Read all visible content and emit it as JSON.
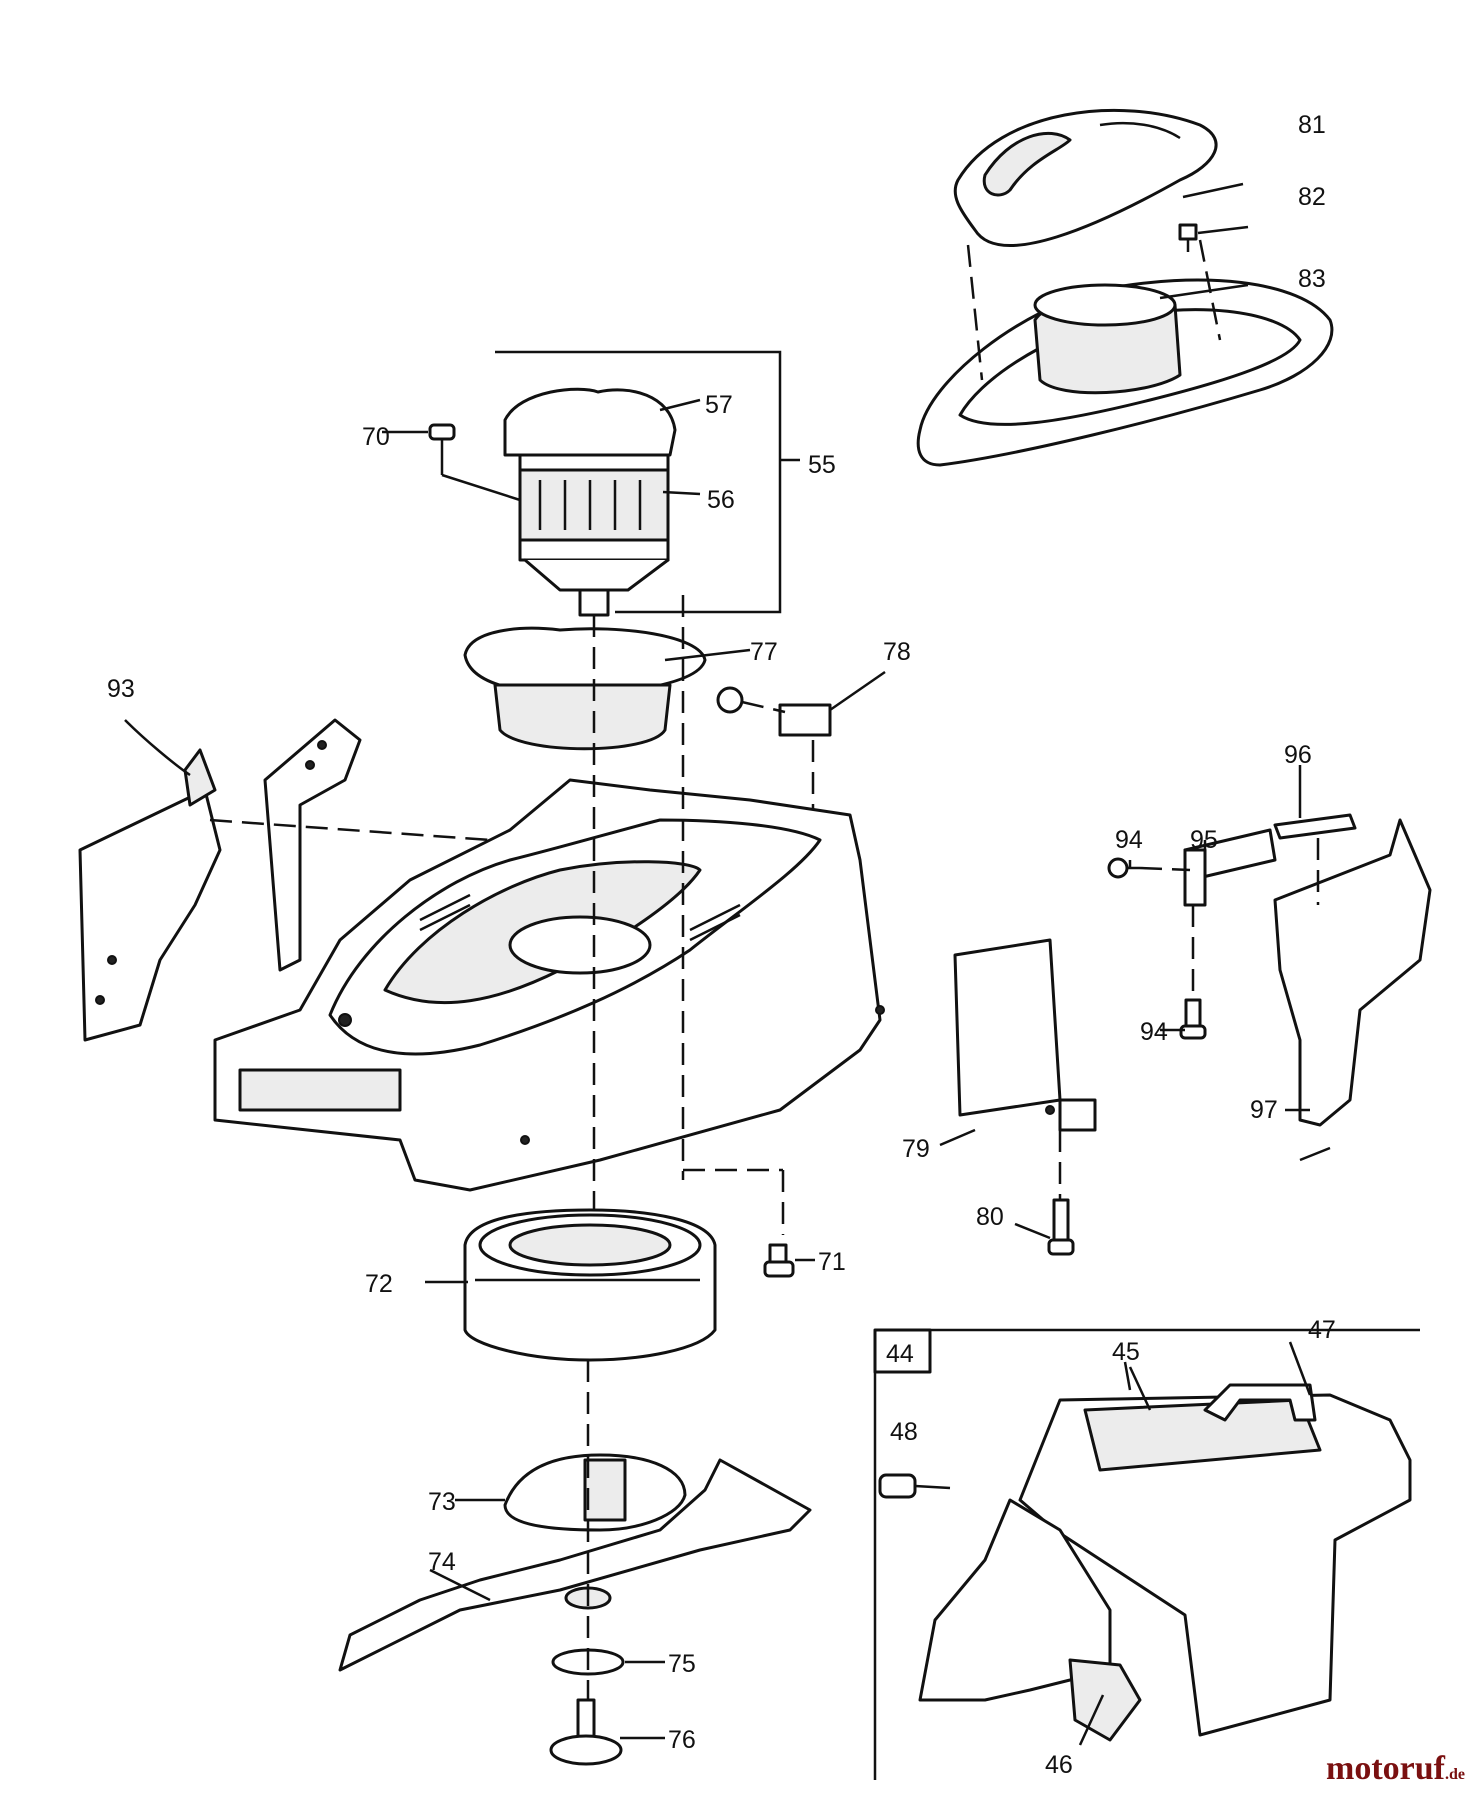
{
  "callouts": {
    "n81": "81",
    "n82": "82",
    "n83": "83",
    "n57": "57",
    "n70": "70",
    "n55": "55",
    "n56": "56",
    "n77": "77",
    "n78": "78",
    "n93": "93",
    "n96": "96",
    "n94a": "94",
    "n95": "95",
    "n94b": "94",
    "n97": "97",
    "n79": "79",
    "n80": "80",
    "n71": "71",
    "n72": "72",
    "n44": "44",
    "n45": "45",
    "n47": "47",
    "n48": "48",
    "n73": "73",
    "n74": "74",
    "n75": "75",
    "n46": "46",
    "n76": "76"
  },
  "watermark": {
    "name": "motoruf",
    "tld": ".de"
  }
}
